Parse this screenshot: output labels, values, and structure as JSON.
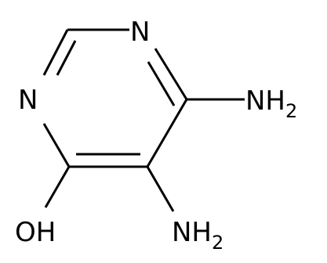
{
  "molecule": {
    "atoms": {
      "n_top": "N",
      "n_left": "N",
      "amine_right": {
        "main": "NH",
        "sub": "2"
      },
      "amine_bottom": {
        "main": "NH",
        "sub": "2"
      },
      "hydroxyl": "OH"
    },
    "colors": {
      "bond": "#000000",
      "text": "#000000",
      "background": "#ffffff"
    }
  }
}
